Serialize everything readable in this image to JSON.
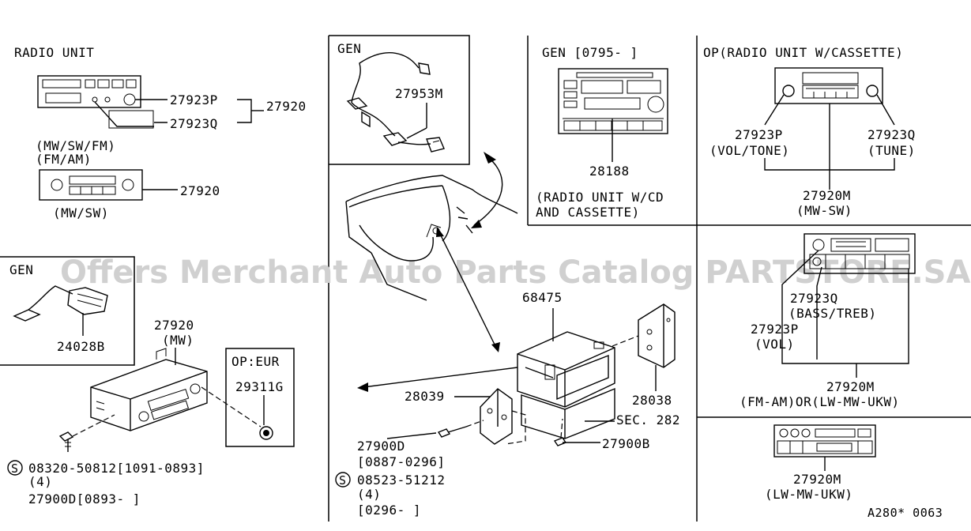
{
  "labels": {
    "radio_unit": "RADIO UNIT",
    "p27923p_top": "27923P",
    "p27923q_top": "27923Q",
    "p27920_top": "27920",
    "mw_sw_fm": "(MW/SW/FM)",
    "fm_am": "(FM/AM)",
    "p27920_mid": "27920",
    "mw_sw": "(MW/SW)",
    "gen_mid_left": "GEN",
    "p24028b": "24028B",
    "p27920_low": "27920",
    "mw": "(MW)",
    "op_eur": "OP:EUR",
    "p29311g": "29311G",
    "bolt_a_num": "08320-50812[1091-0893]",
    "qty_a": "(4)",
    "p27900d_a": "27900D[0893-      ]",
    "gen_harness": "GEN",
    "p27953m": "27953M",
    "p68475": "68475",
    "p28039": "28039",
    "p28038": "28038",
    "sec282": "SEC. 282",
    "p27900d_b": "27900D",
    "range_b": "[0887-0296]",
    "bolt_b_num": "08523-51212",
    "qty_b": "(4)",
    "range_c": "[0296-      ]",
    "p27900b": "27900B",
    "gen_cd_title": "GEN [0795-    ]",
    "p28188": "28188",
    "cd_desc_1": "(RADIO UNIT W/CD",
    "cd_desc_2": "AND CASSETTE)",
    "op_cassette": "OP(RADIO UNIT W/CASSETTE)",
    "p27923p_r": "27923P",
    "vol_tone": "(VOL/TONE)",
    "p27923q_r": "27923Q",
    "tune": "(TUNE)",
    "p27920m_a": "27920M",
    "mw_sw_b": "(MW-SW)",
    "p27923q_b": "27923Q",
    "bass_treb": "(BASS/TREB)",
    "p27923p_b": "27923P",
    "vol": "(VOL)",
    "p27920m_b": "27920M",
    "fm_am_lw": "(FM-AM)OR(LW-MW-UKW)",
    "p27920m_c": "27920M",
    "lw_mw_ukw": "(LW-MW-UKW)",
    "footer_code": "A280* 0063",
    "watermark": "Offers Merchant Auto Parts Catalog PARTSTORE.SA",
    "circle_s": "S"
  }
}
